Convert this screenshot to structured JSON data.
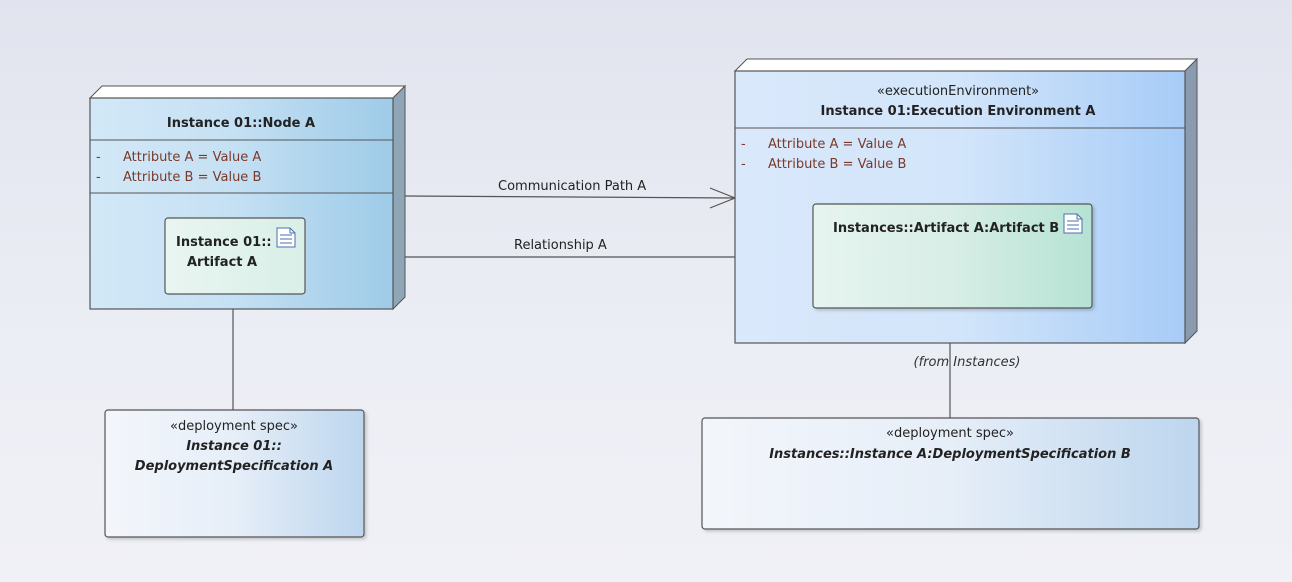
{
  "node_a": {
    "title": "Instance 01::Node A",
    "attributes": [
      {
        "dash": "-",
        "text": "Attribute A = Value A"
      },
      {
        "dash": "-",
        "text": "Attribute B = Value B"
      }
    ]
  },
  "artifact_a": {
    "line1": "Instance 01::",
    "line2": "Artifact A",
    "icon": "document-icon"
  },
  "exec_env": {
    "stereotype": "«executionEnvironment»",
    "title": "Instance 01:Execution Environment A",
    "attributes": [
      {
        "dash": "-",
        "text": "Attribute A = Value A"
      },
      {
        "dash": "-",
        "text": "Attribute B = Value B"
      }
    ]
  },
  "artifact_b": {
    "title": "Instances::Artifact A:Artifact B",
    "icon": "document-icon"
  },
  "connectors": {
    "communication_path": "Communication Path A",
    "relationship": "Relationship A",
    "from_instances": "(from Instances)"
  },
  "deploy_spec_a": {
    "stereotype": "«deployment spec»",
    "line1": "Instance 01::",
    "line2": "DeploymentSpecification A"
  },
  "deploy_spec_b": {
    "stereotype": "«deployment spec»",
    "title": "Instances::Instance A:DeploymentSpecification B"
  },
  "colors": {
    "node_fill_start": "#cde5f6",
    "node_fill_end": "#9ecbe8",
    "exec_fill_start": "#dbe9fb",
    "exec_fill_end": "#a9cdf7",
    "artifact_b_fill_end": "#b5e2d3",
    "attribute_text": "#7a3a2a",
    "border": "#555555"
  }
}
